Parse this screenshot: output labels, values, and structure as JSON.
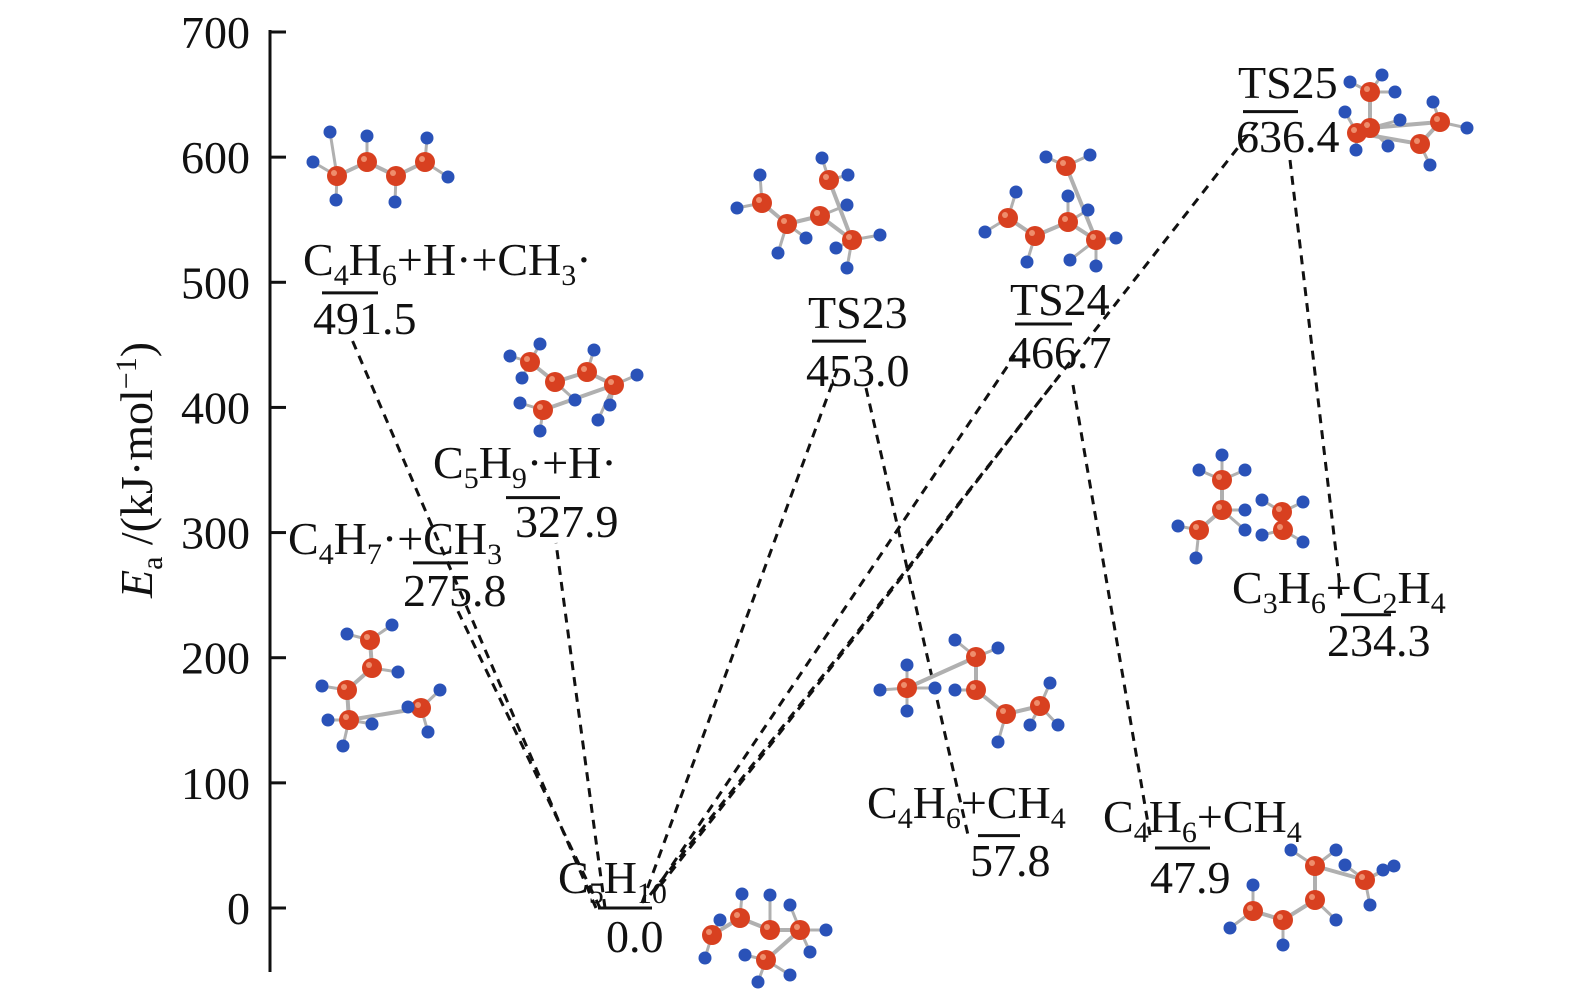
{
  "chart_data": {
    "type": "energy-profile",
    "ylabel_main": "E",
    "ylabel_sub": "a",
    "ylabel_unit": " /(kJ·mol",
    "ylabel_sup": "−1",
    "ylabel_close": ")",
    "ylim": [
      -50,
      700
    ],
    "yticks": [
      0,
      100,
      200,
      300,
      400,
      500,
      600,
      700
    ],
    "grid": false,
    "colors": {
      "line": "#111111",
      "carbon": "#d84020",
      "hydrogen": "#2a52b8",
      "bond": "#b0b0b0"
    },
    "states": [
      {
        "id": "c5h10",
        "energy": 0.0,
        "energy_text": "0.0",
        "formula": [
          {
            "t": "C"
          },
          {
            "t": "5",
            "sub": true
          },
          {
            "t": "H"
          },
          {
            "t": "10",
            "sub": true
          }
        ]
      },
      {
        "id": "r491",
        "energy": 491.5,
        "energy_text": "491.5",
        "formula": [
          {
            "t": "C"
          },
          {
            "t": "4",
            "sub": true
          },
          {
            "t": "H"
          },
          {
            "t": "6",
            "sub": true
          },
          {
            "t": "+H·+CH"
          },
          {
            "t": "3",
            "sub": true
          },
          {
            "t": "·"
          }
        ]
      },
      {
        "id": "r327",
        "energy": 327.9,
        "energy_text": "327.9",
        "formula": [
          {
            "t": "C"
          },
          {
            "t": "5",
            "sub": true
          },
          {
            "t": "H"
          },
          {
            "t": "9",
            "sub": true
          },
          {
            "t": "·+H·"
          }
        ]
      },
      {
        "id": "r275",
        "energy": 275.8,
        "energy_text": "275.8",
        "formula": [
          {
            "t": "C"
          },
          {
            "t": "4",
            "sub": true
          },
          {
            "t": "H"
          },
          {
            "t": "7",
            "sub": true
          },
          {
            "t": "·+CH"
          },
          {
            "t": "3",
            "sub": true
          }
        ]
      },
      {
        "id": "ts23",
        "energy": 453.0,
        "energy_text": "453.0",
        "formula": [
          {
            "t": "TS23"
          }
        ]
      },
      {
        "id": "ts24",
        "energy": 466.7,
        "energy_text": "466.7",
        "formula": [
          {
            "t": "TS24"
          }
        ]
      },
      {
        "id": "ts25",
        "energy": 636.4,
        "energy_text": "636.4",
        "formula": [
          {
            "t": "TS25"
          }
        ]
      },
      {
        "id": "p578",
        "energy": 57.8,
        "energy_text": "57.8",
        "formula": [
          {
            "t": "C"
          },
          {
            "t": "4",
            "sub": true
          },
          {
            "t": "H"
          },
          {
            "t": "6",
            "sub": true
          },
          {
            "t": "+CH"
          },
          {
            "t": "4",
            "sub": true
          }
        ]
      },
      {
        "id": "p479",
        "energy": 47.9,
        "energy_text": "47.9",
        "formula": [
          {
            "t": "C"
          },
          {
            "t": "4",
            "sub": true
          },
          {
            "t": "H"
          },
          {
            "t": "6",
            "sub": true
          },
          {
            "t": "+CH"
          },
          {
            "t": "4",
            "sub": true
          }
        ]
      },
      {
        "id": "p234",
        "energy": 234.3,
        "energy_text": "234.3",
        "formula": [
          {
            "t": "C"
          },
          {
            "t": "3",
            "sub": true
          },
          {
            "t": "H"
          },
          {
            "t": "6",
            "sub": true
          },
          {
            "t": "+C"
          },
          {
            "t": "2",
            "sub": true
          },
          {
            "t": "H"
          },
          {
            "t": "4",
            "sub": true
          }
        ]
      }
    ],
    "connections": [
      [
        "c5h10",
        "r491"
      ],
      [
        "c5h10",
        "r327"
      ],
      [
        "c5h10",
        "r275"
      ],
      [
        "c5h10",
        "ts23"
      ],
      [
        "c5h10",
        "ts24"
      ],
      [
        "c5h10",
        "ts25"
      ],
      [
        "ts23",
        "p578"
      ],
      [
        "ts24",
        "p479"
      ],
      [
        "ts25",
        "p234"
      ]
    ],
    "molecules": [
      {
        "id": "mol-r491",
        "near": "r491"
      },
      {
        "id": "mol-r327",
        "near": "r327"
      },
      {
        "id": "mol-r275",
        "near": "r275"
      },
      {
        "id": "mol-ts23",
        "near": "ts23"
      },
      {
        "id": "mol-ts24",
        "near": "ts24"
      },
      {
        "id": "mol-ts25",
        "near": "ts25"
      },
      {
        "id": "mol-c5h10",
        "near": "c5h10"
      },
      {
        "id": "mol-p578",
        "near": "p578"
      },
      {
        "id": "mol-p479",
        "near": "p479"
      },
      {
        "id": "mol-p234",
        "near": "p234"
      }
    ]
  }
}
